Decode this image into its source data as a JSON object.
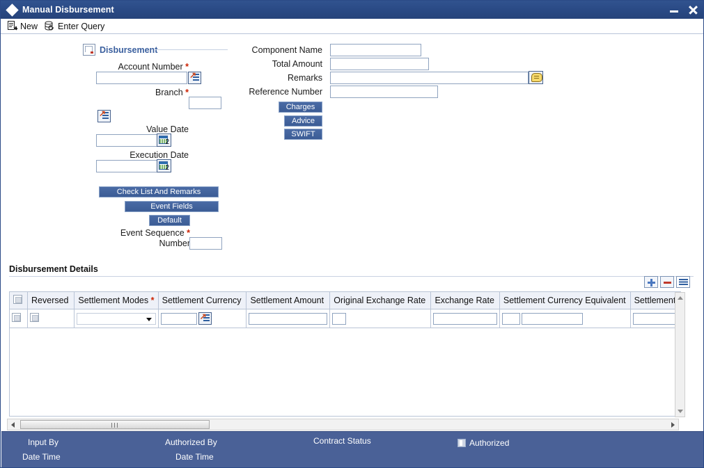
{
  "window": {
    "title": "Manual Disbursement",
    "minimize_label": "Minimize",
    "close_label": "Close"
  },
  "toolbar": {
    "new_label": "New",
    "enter_query_label": "Enter Query"
  },
  "section": {
    "title": "Disbursement"
  },
  "form": {
    "left": [
      {
        "label": "Account Number",
        "required": true,
        "value": "",
        "has_lov": true
      },
      {
        "label": "Branch",
        "required": true,
        "value": "",
        "has_lov": false
      },
      {
        "label": "Value Date",
        "required": false,
        "value": "",
        "has_calendar": true
      },
      {
        "label": "Execution Date",
        "required": false,
        "value": "",
        "has_calendar": true
      },
      {
        "label": "Event Sequence Number",
        "required": true,
        "value": ""
      }
    ],
    "right": [
      {
        "label": "Component Name",
        "value": ""
      },
      {
        "label": "Total Amount",
        "value": ""
      },
      {
        "label": "Remarks",
        "value": "",
        "has_note": true
      },
      {
        "label": "Reference Number",
        "value": ""
      }
    ],
    "event_sequence_line1": "Event Sequence",
    "event_sequence_line2": "Number"
  },
  "buttons": {
    "charges": "Charges",
    "advice": "Advice",
    "swift": "SWIFT",
    "check_list_and_remarks": "Check List And Remarks",
    "event_fields": "Event Fields",
    "default": "Default"
  },
  "grid": {
    "title": "Disbursement Details",
    "add_label": "Add row",
    "delete_label": "Delete row",
    "list_label": "View list",
    "columns": [
      {
        "label": "",
        "type": "checkbox",
        "width": 26
      },
      {
        "label": "Reversed",
        "type": "checkbox",
        "width": 72
      },
      {
        "label": "Settlement Modes",
        "required": true,
        "type": "select",
        "width": 110
      },
      {
        "label": "Settlement Currency",
        "type": "lov",
        "width": 126
      },
      {
        "label": "Settlement Amount",
        "type": "input",
        "width": 126
      },
      {
        "label": "Original Exchange Rate",
        "type": "input",
        "width": 146
      },
      {
        "label": "Exchange Rate",
        "type": "input",
        "width": 98
      },
      {
        "label": "Settlement Currency Equivalent",
        "type": "input",
        "width": 182
      },
      {
        "label": "Settlement",
        "type": "input",
        "width": 70
      }
    ],
    "rows": [
      {
        "select": false,
        "reversed": false,
        "settlement_modes": "",
        "settlement_currency": "",
        "settlement_amount": "",
        "original_exchange_rate": "",
        "exchange_rate": "",
        "settlement_currency_equivalent": "",
        "settlement": ""
      }
    ]
  },
  "footer": {
    "input_by": "Input By",
    "input_date_time": "Date Time",
    "authorized_by": "Authorized By",
    "authorized_date_time": "Date Time",
    "contract_status": "Contract Status",
    "authorized": "Authorized"
  },
  "colors": {
    "titlebar": "#2a4a85",
    "accent_blue": "#3a5f9e",
    "button_blue": "#3c5c95",
    "footer_blue": "#4a6197",
    "required_red": "#cc2200",
    "lov_arrow_red": "#d2491d"
  }
}
